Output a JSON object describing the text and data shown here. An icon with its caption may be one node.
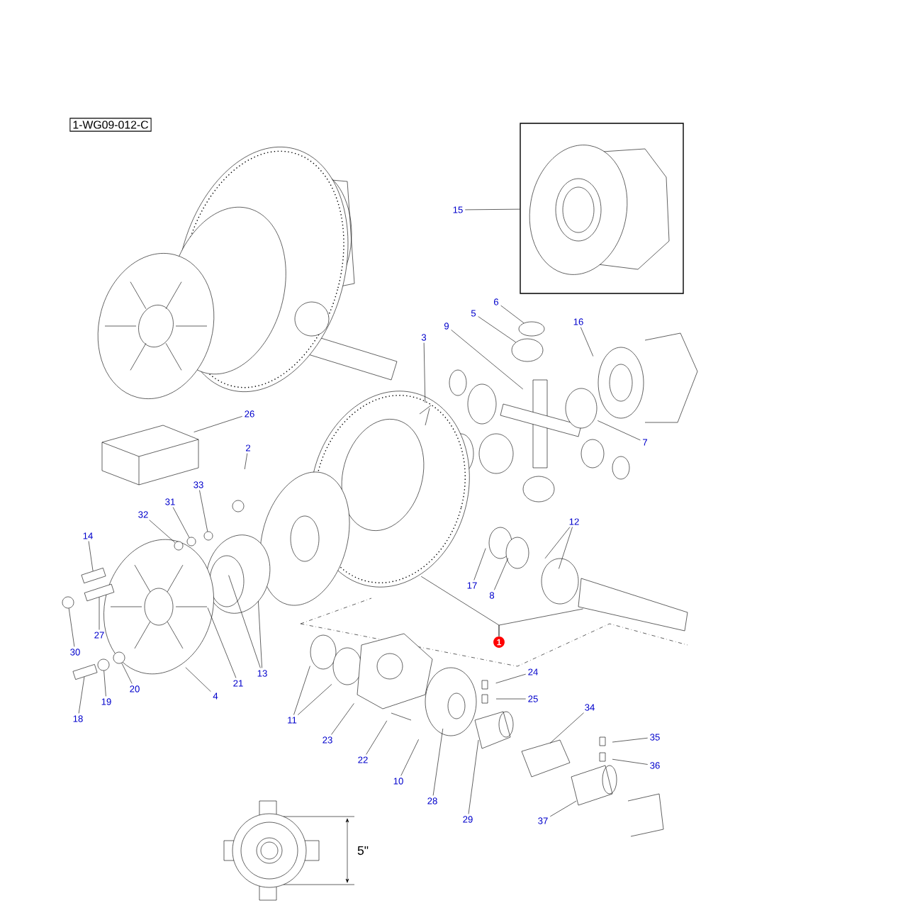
{
  "diagram": {
    "nodes": [
      {
        "text": [
          "1-WG09-012-C"
        ]
      },
      {
        "text": [
          "15"
        ]
      },
      {
        "text": [
          "6"
        ]
      },
      {
        "text": [
          "5"
        ]
      },
      {
        "text": [
          "9"
        ]
      },
      {
        "text": [
          "16"
        ]
      },
      {
        "text": [
          "3"
        ]
      },
      {
        "text": [
          "26"
        ]
      },
      {
        "text": [
          "7"
        ]
      },
      {
        "text": [
          "2"
        ]
      },
      {
        "text": [
          "33"
        ]
      },
      {
        "text": [
          "31"
        ]
      },
      {
        "text": [
          "32"
        ]
      },
      {
        "text": [
          "14"
        ]
      },
      {
        "text": [
          "12"
        ]
      },
      {
        "text": [
          "17"
        ]
      },
      {
        "text": [
          "8"
        ]
      },
      {
        "text": [
          "27"
        ]
      },
      {
        "text": [
          "30"
        ]
      },
      {
        "text": [
          "1"
        ]
      },
      {
        "text": [
          "13"
        ]
      },
      {
        "text": [
          "21"
        ]
      },
      {
        "text": [
          "4"
        ]
      },
      {
        "text": [
          "20"
        ]
      },
      {
        "text": [
          "19"
        ]
      },
      {
        "text": [
          "24"
        ]
      },
      {
        "text": [
          "18"
        ]
      },
      {
        "text": [
          "25"
        ]
      },
      {
        "text": [
          "34"
        ]
      },
      {
        "text": [
          "11"
        ]
      },
      {
        "text": [
          "23"
        ]
      },
      {
        "text": [
          "22"
        ]
      },
      {
        "text": [
          "35"
        ]
      },
      {
        "text": [
          "36"
        ]
      },
      {
        "text": [
          "10"
        ]
      },
      {
        "text": [
          "28"
        ]
      },
      {
        "text": [
          "29"
        ]
      },
      {
        "text": [
          "37"
        ]
      },
      {
        "text": [],
        "shape": "picture"
      },
      {
        "text": [],
        "shape": "circle"
      },
      {
        "text": [],
        "shape": "circle"
      },
      {
        "text": [],
        "shape": "circle"
      },
      {
        "text": [],
        "shape": "circle"
      },
      {
        "text": [],
        "shape": "box"
      },
      {
        "text": [],
        "shape": "circle"
      },
      {
        "text": [],
        "shape": "circle"
      },
      {
        "text": [],
        "shape": "circle"
      },
      {
        "text": [],
        "shape": "box"
      },
      {
        "text": [],
        "shape": "circle"
      },
      {
        "text": [],
        "shape": "box"
      }
    ],
    "edges": [
      {
        "from": 1,
        "to": 38,
        "arrow": "none"
      },
      {
        "from": 2,
        "to": 39,
        "arrow": "none"
      },
      {
        "from": 3,
        "to": 48,
        "arrow": "none"
      },
      {
        "from": 4,
        "to": null,
        "arrow": "none"
      },
      {
        "from": 5,
        "to": null,
        "arrow": "none"
      },
      {
        "from": 6,
        "to": null,
        "arrow": "none"
      },
      {
        "from": 7,
        "to": null,
        "arrow": "none"
      },
      {
        "from": 8,
        "to": null,
        "arrow": "none"
      },
      {
        "from": 9,
        "to": null,
        "arrow": "none"
      },
      {
        "from": 10,
        "to": 40,
        "arrow": "none"
      },
      {
        "from": 11,
        "to": 41,
        "arrow": "none"
      },
      {
        "from": 12,
        "to": 42,
        "arrow": "none"
      },
      {
        "from": 13,
        "to": 49,
        "arrow": "none"
      },
      {
        "from": 14,
        "to": null,
        "arrow": "none"
      },
      {
        "from": 14,
        "to": null,
        "arrow": "none"
      },
      {
        "from": 15,
        "to": null,
        "arrow": "none"
      },
      {
        "from": 16,
        "to": null,
        "arrow": "none"
      },
      {
        "from": 17,
        "to": 43,
        "arrow": "none"
      },
      {
        "from": 18,
        "to": 44,
        "arrow": "none"
      },
      {
        "from": 19,
        "to": null,
        "arrow": "none"
      },
      {
        "from": 19,
        "to": null,
        "arrow": "none"
      },
      {
        "from": 20,
        "to": null,
        "arrow": "none"
      },
      {
        "from": 20,
        "to": null,
        "arrow": "none"
      },
      {
        "from": 21,
        "to": null,
        "arrow": "none"
      },
      {
        "from": 22,
        "to": null,
        "arrow": "none"
      },
      {
        "from": 23,
        "to": 45,
        "arrow": "none"
      },
      {
        "from": 24,
        "to": 46,
        "arrow": "none"
      },
      {
        "from": 25,
        "to": null,
        "arrow": "none"
      },
      {
        "from": 26,
        "to": 47,
        "arrow": "none"
      },
      {
        "from": 27,
        "to": null,
        "arrow": "none"
      },
      {
        "from": 28,
        "to": null,
        "arrow": "none"
      },
      {
        "from": 29,
        "to": null,
        "arrow": "none"
      },
      {
        "from": 29,
        "to": null,
        "arrow": "none"
      },
      {
        "from": 30,
        "to": null,
        "arrow": "none"
      },
      {
        "from": 31,
        "to": null,
        "arrow": "none"
      },
      {
        "from": 32,
        "to": null,
        "arrow": "none"
      },
      {
        "from": 33,
        "to": null,
        "arrow": "none"
      },
      {
        "from": 34,
        "to": null,
        "arrow": "none"
      },
      {
        "from": 35,
        "to": null,
        "arrow": "none"
      },
      {
        "from": 36,
        "to": null,
        "arrow": "none"
      },
      {
        "from": 37,
        "to": null,
        "arrow": "none"
      }
    ],
    "labels": [
      "5\""
    ]
  }
}
